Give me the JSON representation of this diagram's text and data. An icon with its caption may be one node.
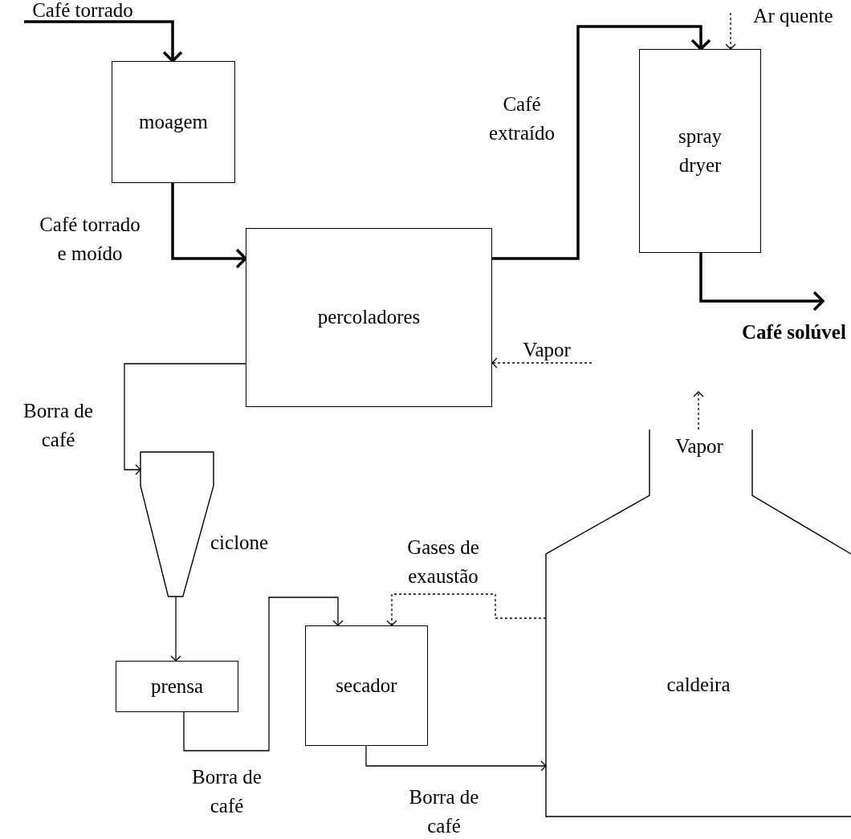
{
  "diagram": {
    "nodes": [
      {
        "text": [
          "moagem"
        ]
      },
      {
        "text": [
          "percoladores"
        ]
      },
      {
        "text": [
          "spray dryer"
        ]
      },
      {
        "text": [],
        "shape": "cyclone",
        "beside": [
          "ciclone"
        ]
      },
      {
        "text": [
          "prensa"
        ]
      },
      {
        "text": [
          "secador"
        ]
      },
      {
        "text": [
          "caldeira"
        ]
      }
    ],
    "edges": [
      {
        "from": null,
        "to": 0,
        "arrow": "to",
        "label": "Café torrado",
        "style": "thick"
      },
      {
        "from": 0,
        "to": 1,
        "arrow": "to",
        "label": "Café torrado e moído",
        "style": "thick"
      },
      {
        "from": 1,
        "to": 2,
        "arrow": "to",
        "label": "Café extraído",
        "style": "thick"
      },
      {
        "from": null,
        "to": 2,
        "arrow": "to",
        "label": "Ar quente",
        "style": "dashed"
      },
      {
        "from": 2,
        "to": null,
        "arrow": "to",
        "label": "Café solúvel",
        "style": "thick"
      },
      {
        "from": null,
        "to": 1,
        "arrow": "to",
        "label": "Vapor",
        "style": "dashed"
      },
      {
        "from": 1,
        "to": 3,
        "arrow": "to",
        "label": "Borra de café"
      },
      {
        "from": 3,
        "to": 4,
        "arrow": "to"
      },
      {
        "from": 4,
        "to": 5,
        "arrow": "to",
        "label": "Borra de café"
      },
      {
        "from": 6,
        "to": 5,
        "arrow": "to",
        "label": "Gases de exaustão",
        "style": "dashed"
      },
      {
        "from": 5,
        "to": 6,
        "arrow": "to",
        "label": "Borra de café"
      },
      {
        "from": 6,
        "to": null,
        "arrow": "to",
        "label": "Vapor",
        "style": "dashed"
      }
    ]
  }
}
